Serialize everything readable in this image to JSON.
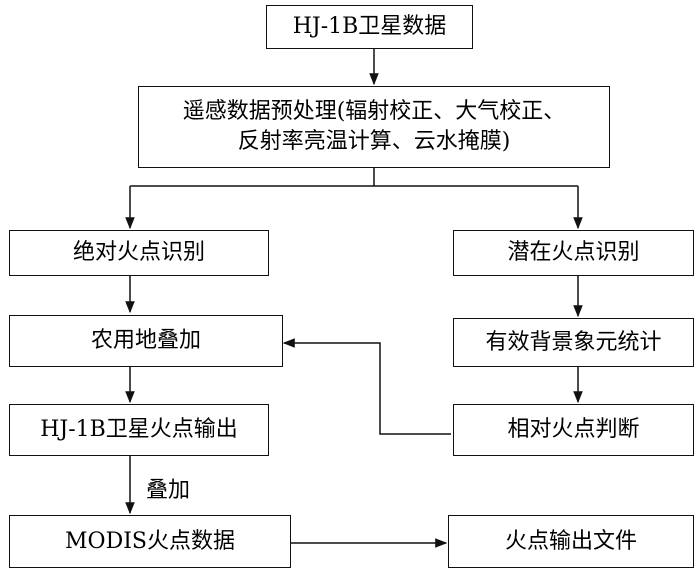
{
  "nodes": {
    "hj1b_data": "HJ-1B卫星数据",
    "preprocess_line1": "遥感数据预处理(辐射校正、大气校正、",
    "preprocess_line2": "反射率亮温计算、云水掩膜)",
    "absolute_fire": "绝对火点识别",
    "potential_fire": "潜在火点识别",
    "farmland_overlay": "农用地叠加",
    "background_stats": "有效背景象元统计",
    "hj1b_fire_output": "HJ-1B卫星火点输出",
    "relative_fire": "相对火点判断",
    "modis_fire": "MODIS火点数据",
    "fire_output_file": "火点输出文件"
  },
  "edge_labels": {
    "overlay": "叠加"
  }
}
